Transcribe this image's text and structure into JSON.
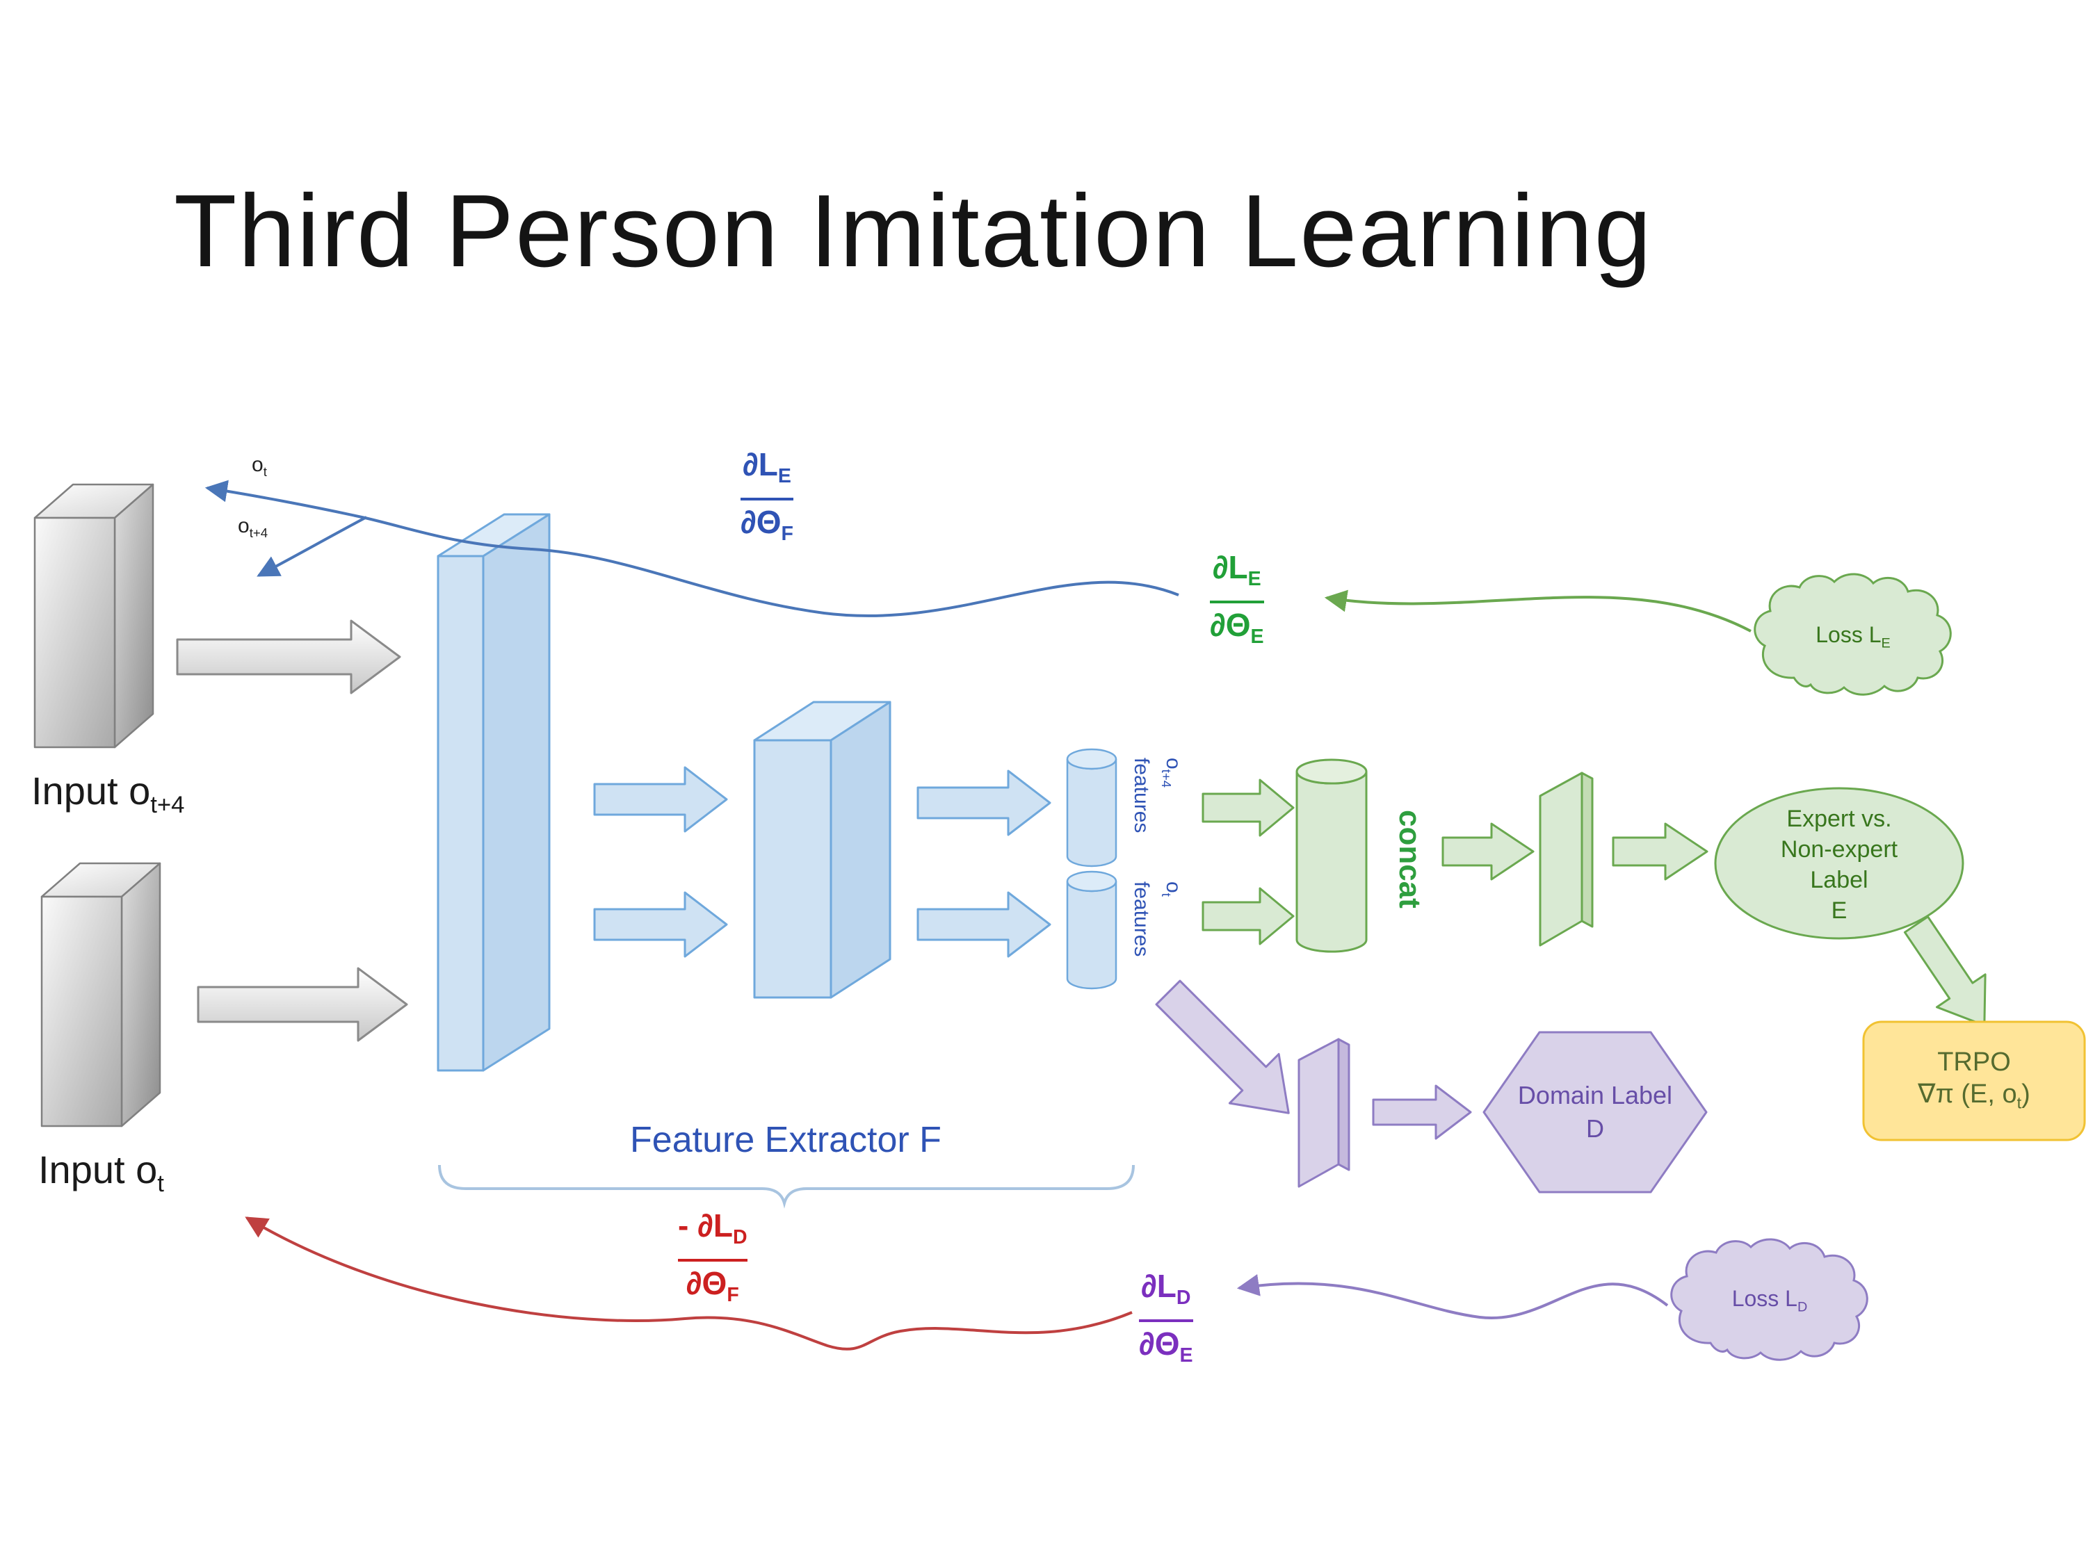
{
  "slide": {
    "title": "Third Person Imitation Learning"
  },
  "inputs": {
    "top": {
      "base": "Input o",
      "sub": "t+4"
    },
    "bottom": {
      "base": "Input o",
      "sub": "t"
    }
  },
  "flow_labels": {
    "ot": {
      "base": "o",
      "sub": "t"
    },
    "ot4": {
      "base": "o",
      "sub": "t+4"
    }
  },
  "feature_extractor_label": "Feature Extractor F",
  "feature_labels": {
    "top": {
      "base": "o",
      "sub": "t+4",
      "word": "features"
    },
    "bottom": {
      "base": "o",
      "sub": "t",
      "word": "features"
    }
  },
  "concat_label": "concat",
  "expert_label": {
    "line1": "Expert vs.",
    "line2": "Non-expert",
    "line3": "Label",
    "line4": "E"
  },
  "domain_label": {
    "line1": "Domain Label",
    "line2": "D"
  },
  "trpo": {
    "line1": "TRPO",
    "line2_pre": "∇π (E, o",
    "line2_sub": "t",
    "line2_post": ")"
  },
  "loss_labels": {
    "expert": {
      "base": "Loss L",
      "sub": "E"
    },
    "domain": {
      "base": "Loss L",
      "sub": "D"
    }
  },
  "gradients": {
    "blue": {
      "num_base": "∂L",
      "num_sub": "E",
      "den_base": "∂Θ",
      "den_sub": "F"
    },
    "green": {
      "num_base": "∂L",
      "num_sub": "E",
      "den_base": "∂Θ",
      "den_sub": "E"
    },
    "purple": {
      "num_base": "∂L",
      "num_sub": "D",
      "den_base": "∂Θ",
      "den_sub": "E"
    },
    "red": {
      "num_base": "- ∂L",
      "num_sub": "D",
      "den_base": "∂Θ",
      "den_sub": "F"
    }
  },
  "colors": {
    "blue_fill": "#cfe2f3",
    "blue_stroke": "#6fa8dc",
    "blue_text": "#2f53b5",
    "green_fill": "#d9ead3",
    "green_stroke": "#6aa84f",
    "green_text": "#38761d",
    "purple_fill": "#d9d2e9",
    "purple_stroke": "#8e7cc3",
    "purple_text": "#674ea7",
    "yellow_fill": "#ffe599",
    "yellow_stroke": "#f1c232",
    "red_curve": "#bf4040",
    "blue_curve": "#4a76b8"
  }
}
